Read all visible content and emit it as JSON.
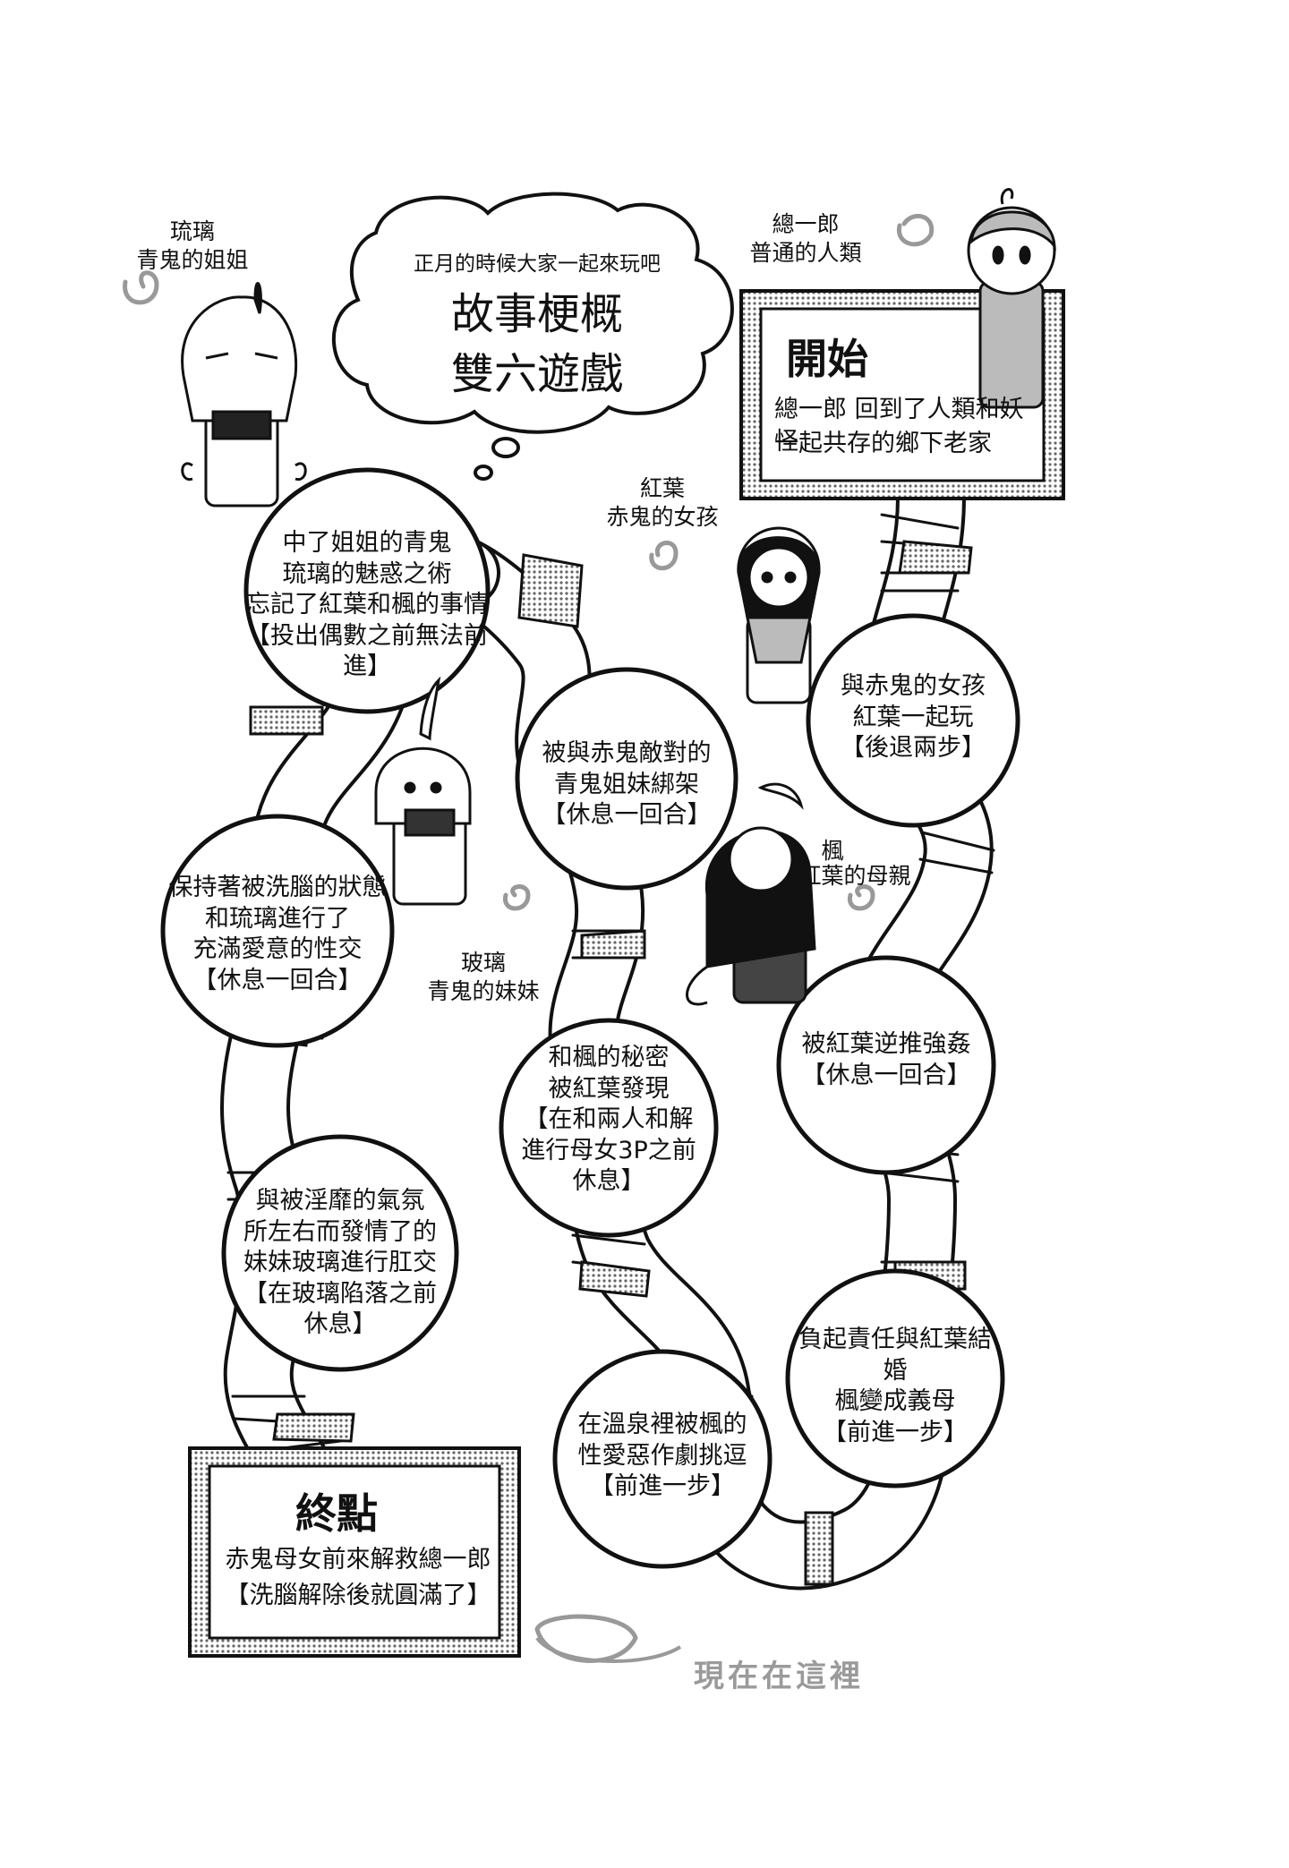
{
  "header": {
    "subtitle": "正月的時候大家一起來玩吧",
    "title_line1": "故事梗概",
    "title_line2": "雙六遊戲"
  },
  "start_box": {
    "title": "開始",
    "body_line1": "總一郎 回到了人類和妖怪",
    "body_line2": "一起共存的鄉下老家"
  },
  "end_box": {
    "title": "終點",
    "body_line1": "赤鬼母女前來解救總一郎",
    "body_line2": "【洗腦解除後就圓滿了】"
  },
  "characters": {
    "souichirou": {
      "name": "總一郎",
      "desc": "普通的人類"
    },
    "ruri": {
      "name": "琉璃",
      "desc": "青鬼的姐姐"
    },
    "kureha": {
      "name": "紅葉",
      "desc": "赤鬼的女孩"
    },
    "hari": {
      "name": "玻璃",
      "desc": "青鬼的妹妹"
    },
    "kaede": {
      "name": "楓",
      "desc": "紅葉的母親"
    }
  },
  "spaces": {
    "s1": [
      "與赤鬼的女孩",
      "紅葉一起玩",
      "【後退兩步】"
    ],
    "s2": [
      "被紅葉逆推強姦",
      "【休息一回合】"
    ],
    "s3": [
      "負起責任與紅葉結婚",
      "楓變成義母",
      "【前進一步】"
    ],
    "s4": [
      "在溫泉裡被楓的",
      "性愛惡作劇挑逗",
      "【前進一步】"
    ],
    "s5": [
      "和楓的秘密",
      "被紅葉發現",
      "【在和兩人和解",
      "進行母女3P之前",
      "休息】"
    ],
    "s6": [
      "被與赤鬼敵對的",
      "青鬼姐妹綁架",
      "【休息一回合】"
    ],
    "s7": [
      "中了姐姐的青鬼",
      "琉璃的魅惑之術",
      "忘記了紅葉和楓的事情",
      "【投出偶數之前無法前進】"
    ],
    "s8": [
      "保持著被洗腦的狀態",
      "和琉璃進行了",
      "充滿愛意的性交",
      "【休息一回合】"
    ],
    "s9": [
      "與被淫靡的氣氛",
      "所左右而發情了的",
      "妹妹玻璃進行肛交",
      "【在玻璃陷落之前",
      "休息】"
    ]
  },
  "here_label": "現在在這裡",
  "colors": {
    "ink": "#111111",
    "screen": "#b5b5b5",
    "paper": "#ffffff",
    "faint": "#9a9a9a"
  }
}
